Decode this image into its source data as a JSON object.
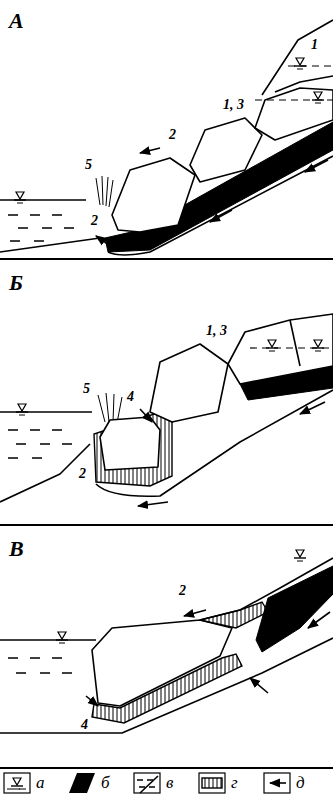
{
  "diagram": {
    "labels": [
      "А",
      "1",
      "1, 3",
      "2",
      "2",
      "5",
      "Б",
      "1, 3",
      "5",
      "4",
      "2",
      "В",
      "2",
      "4"
    ],
    "legend": [
      {
        "text": "а"
      },
      {
        "text": "б",
        "color": "#000000"
      },
      {
        "text": "в"
      },
      {
        "text": "г"
      },
      {
        "text": "д"
      }
    ]
  }
}
